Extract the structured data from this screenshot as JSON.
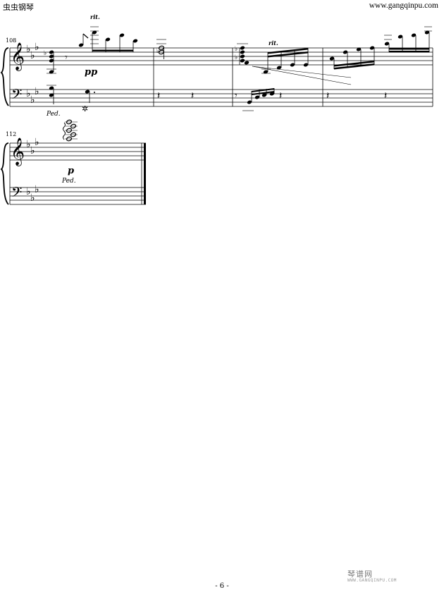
{
  "header": {
    "left_text": "虫虫钢琴",
    "right_text": "www.gangqinpu.com"
  },
  "score": {
    "systems": [
      {
        "measure_number": "108",
        "markings": {
          "rit_1": "rit.",
          "rit_2": "rit.",
          "dynamic": "pp",
          "pedal": "Ped."
        }
      },
      {
        "measure_number": "112",
        "markings": {
          "dynamic": "p",
          "pedal": "Ped."
        }
      }
    ]
  },
  "footer": {
    "page_number": "- 6 -",
    "watermark": "琴谱网",
    "watermark_sub": "WWW.GANGQINPU.COM"
  }
}
